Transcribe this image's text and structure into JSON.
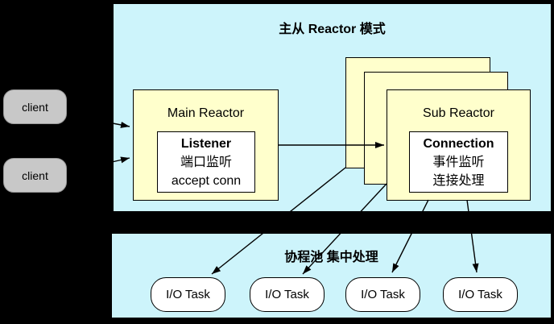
{
  "top_panel": {
    "title": "主从 Reactor 模式"
  },
  "clients": [
    {
      "label": "client"
    },
    {
      "label": "client"
    }
  ],
  "main_reactor": {
    "title": "Main Reactor",
    "listener": {
      "name": "Listener",
      "line2": "端口监听",
      "line3": "accept conn"
    }
  },
  "sub_reactor": {
    "title": "Sub Reactor",
    "connection": {
      "name": "Connection",
      "line2": "事件监听",
      "line3": "连接处理"
    }
  },
  "pool": {
    "title": "协程池 集中处理",
    "tasks": [
      "I/O Task",
      "I/O Task",
      "I/O Task",
      "I/O Task"
    ]
  },
  "colors": {
    "page_bg": "#000000",
    "panel_bg": "#cdf4fb",
    "box_yellow": "#ffffcc",
    "box_white": "#ffffff",
    "client_gray": "#c8c8c8",
    "outline": "#000000"
  }
}
